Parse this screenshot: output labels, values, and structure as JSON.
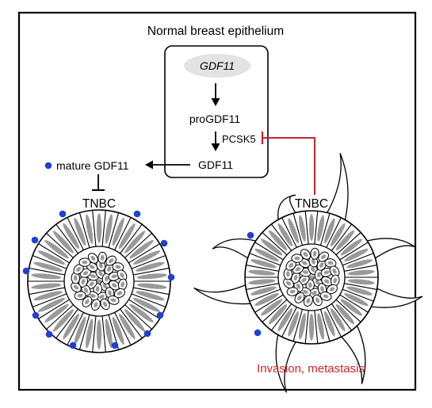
{
  "title": "Normal breast epithelium",
  "gene_label": "GDF11",
  "pro_label": "proGDF11",
  "enzyme_label": "PCSK5",
  "gdf11_label": "GDF11",
  "mature_label": "mature GDF11",
  "tnbc_left_label": "TNBC",
  "tnbc_right_label": "TNBC",
  "outcome_label": "Invasion, metastasis",
  "colors": {
    "frame": "#000000",
    "inhibition": "#c1272d",
    "dot": "#1f3fd6",
    "nucleus": "#9a9a9a",
    "gene_ellipse": "#e3e3e3",
    "outcome_text": "#c1272d"
  }
}
